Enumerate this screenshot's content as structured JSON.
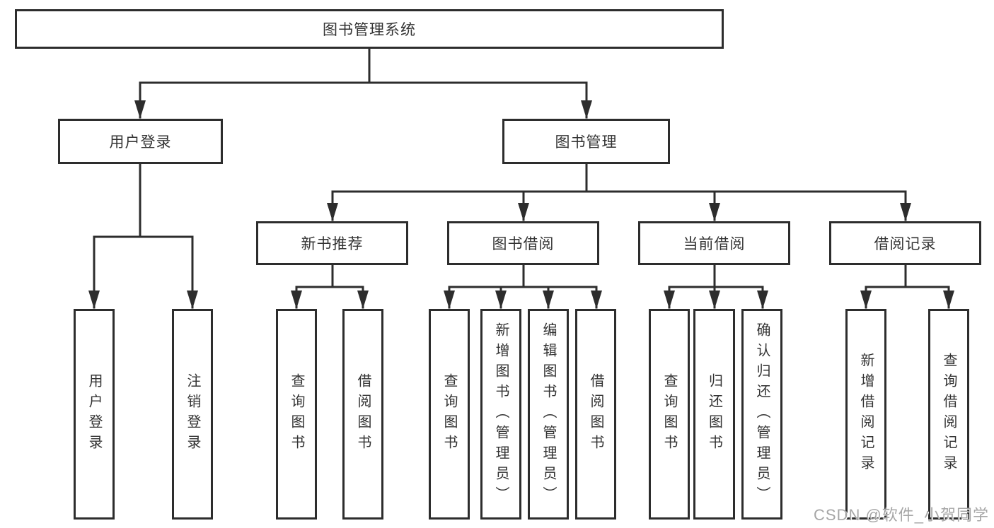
{
  "diagram": {
    "title": "图书管理系统",
    "watermark": "CSDN @软件_小贺同学",
    "colors": {
      "line": "#2d2d2d",
      "border": "#2d2d2d",
      "text": "#333333",
      "watermark": "#a6a6a6",
      "background": "#ffffff"
    },
    "nodes": {
      "root": {
        "label": "图书管理系统"
      },
      "user_login": {
        "label": "用户登录"
      },
      "book_mgmt": {
        "label": "图书管理"
      },
      "new_book_rec": {
        "label": "新书推荐"
      },
      "book_borrow": {
        "label": "图书借阅"
      },
      "current_borrow": {
        "label": "当前借阅"
      },
      "borrow_records": {
        "label": "借阅记录"
      },
      "leaf_user_login": {
        "label": "用户登录"
      },
      "leaf_logout": {
        "label": "注销登录"
      },
      "leaf_nbr_query": {
        "label": "查询图书"
      },
      "leaf_nbr_borrow": {
        "label": "借阅图书"
      },
      "leaf_bb_query": {
        "label": "查询图书"
      },
      "leaf_bb_add": {
        "label": "新增图书（管理员）"
      },
      "leaf_bb_edit": {
        "label": "编辑图书（管理员）"
      },
      "leaf_bb_borrow": {
        "label": "借阅图书"
      },
      "leaf_cb_query": {
        "label": "查询图书"
      },
      "leaf_cb_return": {
        "label": "归还图书"
      },
      "leaf_cb_confirm": {
        "label": "确认归还（管理员）"
      },
      "leaf_br_add": {
        "label": "新增借阅记录"
      },
      "leaf_br_query": {
        "label": "查询借阅记录"
      }
    },
    "tree": {
      "label": "图书管理系统",
      "children": [
        {
          "label": "用户登录",
          "children": [
            "用户登录",
            "注销登录"
          ]
        },
        {
          "label": "图书管理",
          "children": [
            {
              "label": "新书推荐",
              "children": [
                "查询图书",
                "借阅图书"
              ]
            },
            {
              "label": "图书借阅",
              "children": [
                "查询图书",
                "新增图书（管理员）",
                "编辑图书（管理员）",
                "借阅图书"
              ]
            },
            {
              "label": "当前借阅",
              "children": [
                "查询图书",
                "归还图书",
                "确认归还（管理员）"
              ]
            },
            {
              "label": "借阅记录",
              "children": [
                "新增借阅记录",
                "查询借阅记录"
              ]
            }
          ]
        }
      ]
    }
  }
}
